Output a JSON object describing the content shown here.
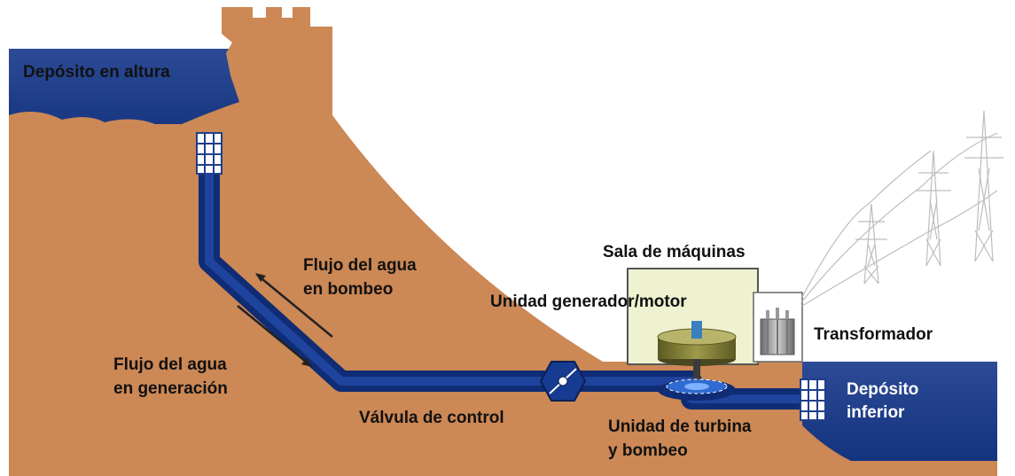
{
  "labels": {
    "upper_reservoir": "Depósito en altura",
    "pump_flow_line1": "Flujo del agua",
    "pump_flow_line2": "en bombeo",
    "gen_flow_line1": "Flujo del agua",
    "gen_flow_line2": "en generación",
    "machine_room": "Sala de máquinas",
    "generator_motor": "Unidad generador/motor",
    "transformer": "Transformador",
    "control_valve": "Válvula de control",
    "turbine_line1": "Unidad de turbina",
    "turbine_line2": "y bombeo",
    "lower_reservoir_line1": "Depósito",
    "lower_reservoir_line2": "inferior"
  },
  "colors": {
    "earth": "#cc8855",
    "water": "#1f3f8a",
    "pipe": "#173b91",
    "machine_room_fill": "#eef2d0",
    "label_text": "#111111",
    "label_on_water": "#ffffff"
  }
}
